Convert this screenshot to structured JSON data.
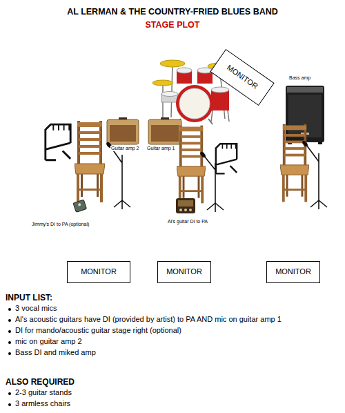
{
  "diagram": {
    "title": "AL LERMAN & THE COUNTRY-FRIED BLUES BAND",
    "nodes": [
      {
        "text": [
          "MONITOR"
        ]
      },
      {
        "text": [
          "MONITOR"
        ]
      },
      {
        "text": [
          "MONITOR"
        ]
      },
      {
        "text": [
          "MONITOR"
        ]
      }
    ],
    "labels": [
      "STAGE PLOT",
      "Bass amp",
      "Guitar amp 2",
      "Guitar amp 1",
      "Jimmy's DI to PA (optional)",
      "Al's guitar DI to PA",
      "INPUT LIST:",
      "3 vocal mics",
      "Al's acoustic guitars have DI (provided by artist) to PA AND mic on guitar amp 1",
      "DI for mando/acoustic guitar stage right (optional)",
      "mic on guitar amp 2",
      "Bass DI and miked amp",
      "ALSO REQUIRED",
      "2-3 guitar stands",
      "3 armless chairs"
    ]
  }
}
